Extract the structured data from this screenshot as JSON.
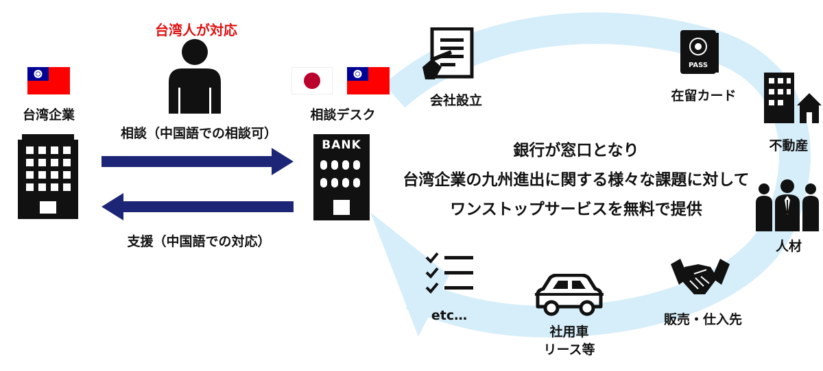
{
  "colors": {
    "navy": "#1d2676",
    "red": "#e01010",
    "cycle": "#d6eefa",
    "taiwan_red": "#fe0000",
    "taiwan_blue": "#000095",
    "japan_red": "#bc002d"
  },
  "left": {
    "taiwan_company_label": "台湾企業",
    "taiwanese_staff_label": "台湾人が対応",
    "consult_label": "相談（中国語での相談可）",
    "support_label": "支援（中国語での対応）"
  },
  "bank": {
    "sign": "BANK",
    "desk_label": "相談デスク"
  },
  "center_text": {
    "line1": "銀行が窓口となり",
    "line2": "台湾企業の九州進出に関する様々な課題に対して",
    "line3": "ワンストップサービスを無料で提供"
  },
  "services": [
    {
      "label": "会社設立",
      "icon": "document-icon"
    },
    {
      "label": "在留カード",
      "icon": "passport-icon"
    },
    {
      "label": "不動産",
      "icon": "real-estate-icon"
    },
    {
      "label": "人材",
      "icon": "people-icon"
    },
    {
      "label": "販売・仕入先",
      "icon": "handshake-icon"
    },
    {
      "label": "社用車",
      "label2": "リース等",
      "icon": "car-icon"
    },
    {
      "label": "etc…",
      "icon": "checklist-icon"
    }
  ],
  "passport_text": "PASS"
}
